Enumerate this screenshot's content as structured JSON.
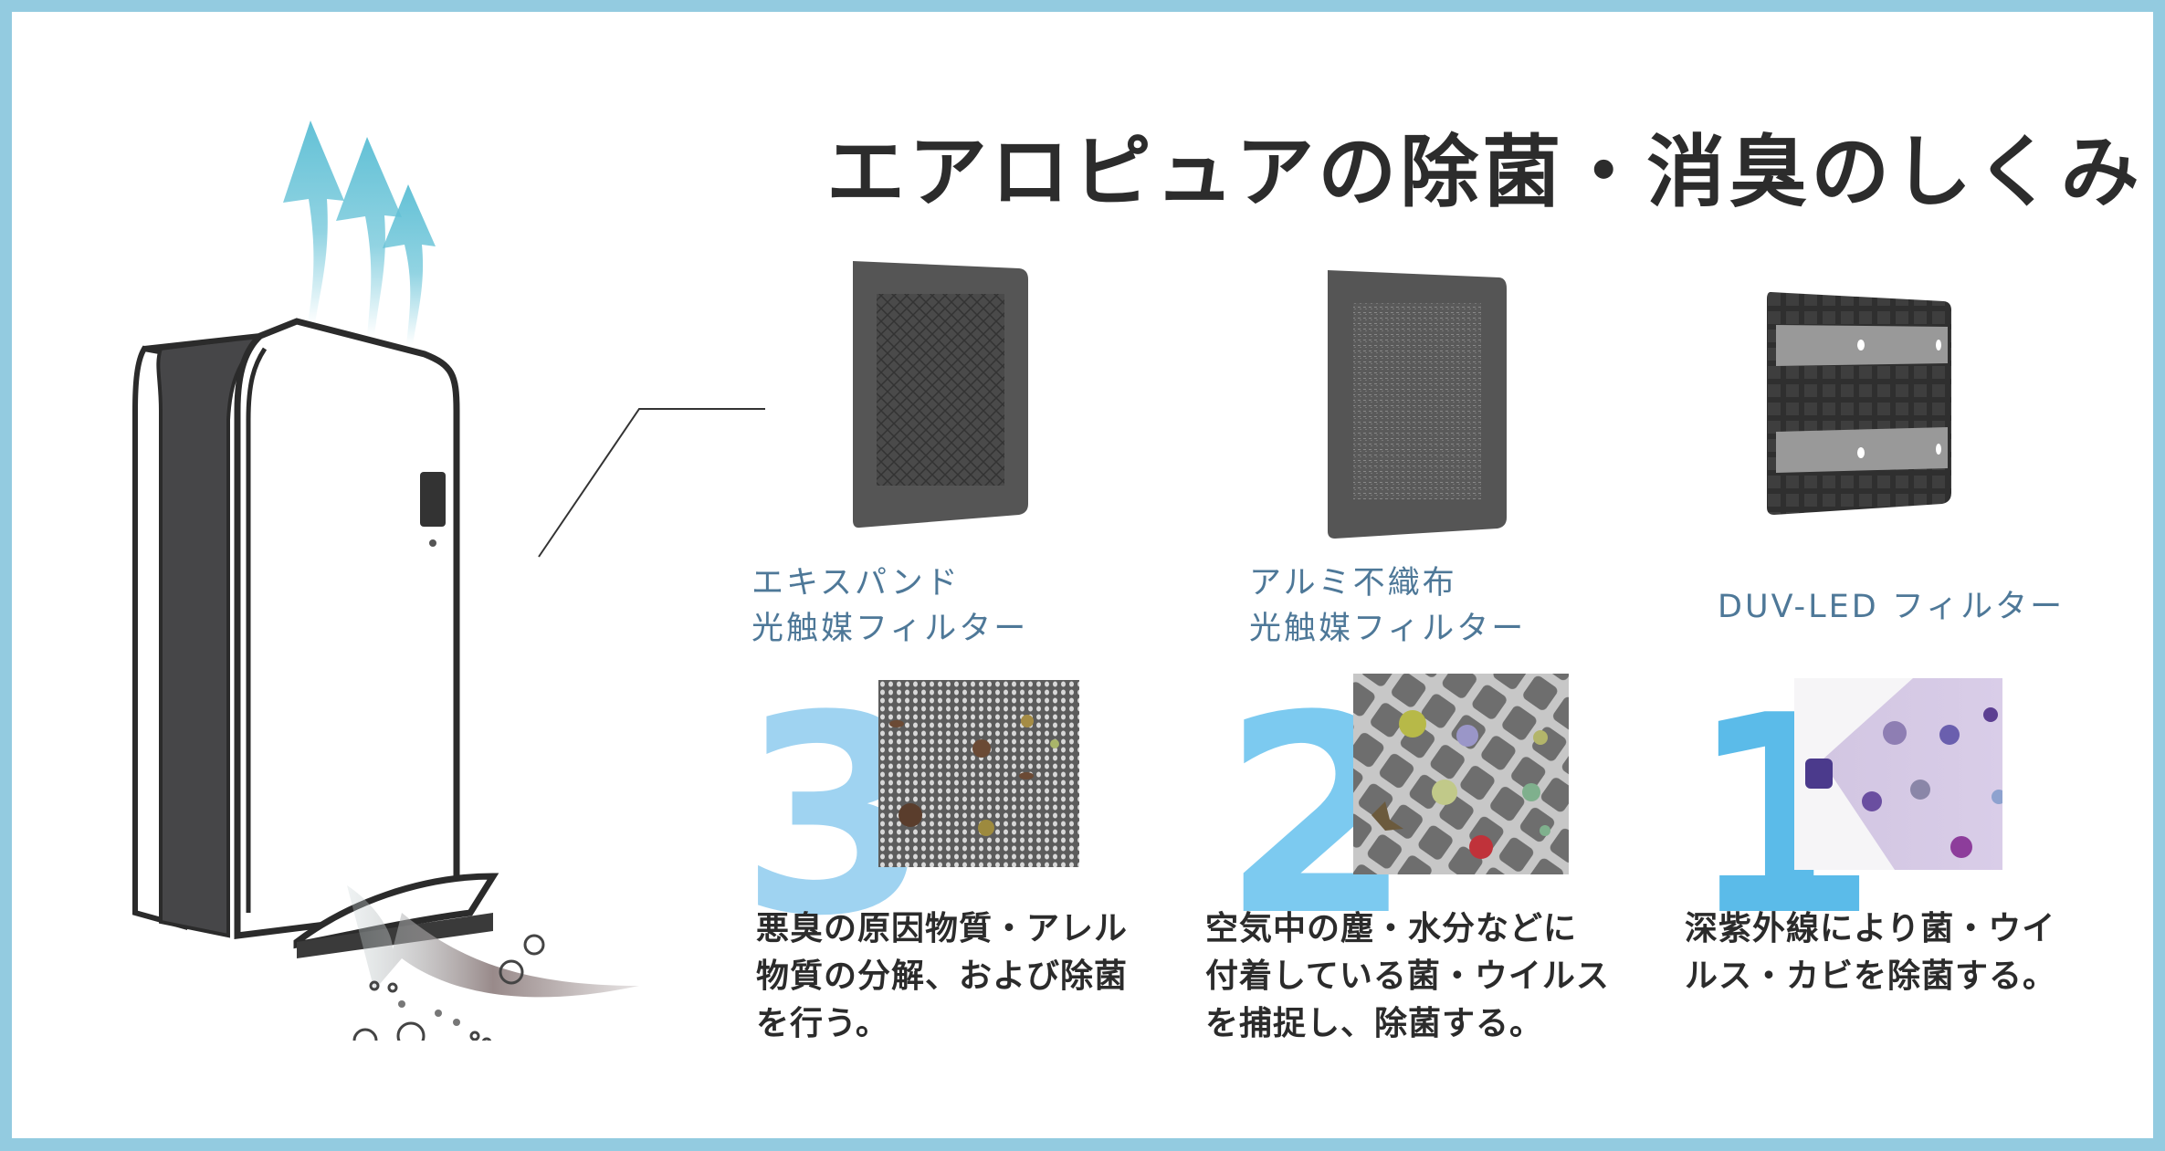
{
  "title": "エアロピュアの除菌・消臭のしくみ",
  "colors": {
    "border": "#93cbe0",
    "label": "#4e7898",
    "text": "#2b2b2b",
    "num3": "#9fd3f1",
    "num2": "#7ccaf0",
    "num1": "#5bbbe9",
    "arrow_up": "#63c1d6",
    "device_dark": "#464648"
  },
  "device": {
    "icon": "air-purifier-illustration",
    "outflow_icon": "clean-air-arrows-icon",
    "inflow_icon": "dirty-air-intake-icon"
  },
  "filters": [
    {
      "step": "3",
      "label_lines": [
        "エキスパンド",
        "光触媒フィルター"
      ],
      "image": "expanded-photocatalyst-filter",
      "photo": "mesh-with-particles",
      "description_lines": [
        "悪臭の原因物質・アレル",
        "物質の分解、および除菌",
        "を行う。"
      ]
    },
    {
      "step": "2",
      "label_lines": [
        "アルミ不織布",
        "光触媒フィルター"
      ],
      "image": "aluminum-nonwoven-photocatalyst-filter",
      "photo": "diamond-mesh-with-microbes",
      "description_lines": [
        "空気中の塵・水分などに",
        "付着している菌・ウイルス",
        "を捕捉し、除菌する。"
      ]
    },
    {
      "step": "1",
      "label_lines": [
        "DUV-LED フィルター"
      ],
      "image": "duv-led-filter",
      "photo": "uv-light-on-viruses",
      "description_lines": [
        "深紫外線により菌・ウイ",
        "ルス・カビを除菌する。"
      ]
    }
  ]
}
